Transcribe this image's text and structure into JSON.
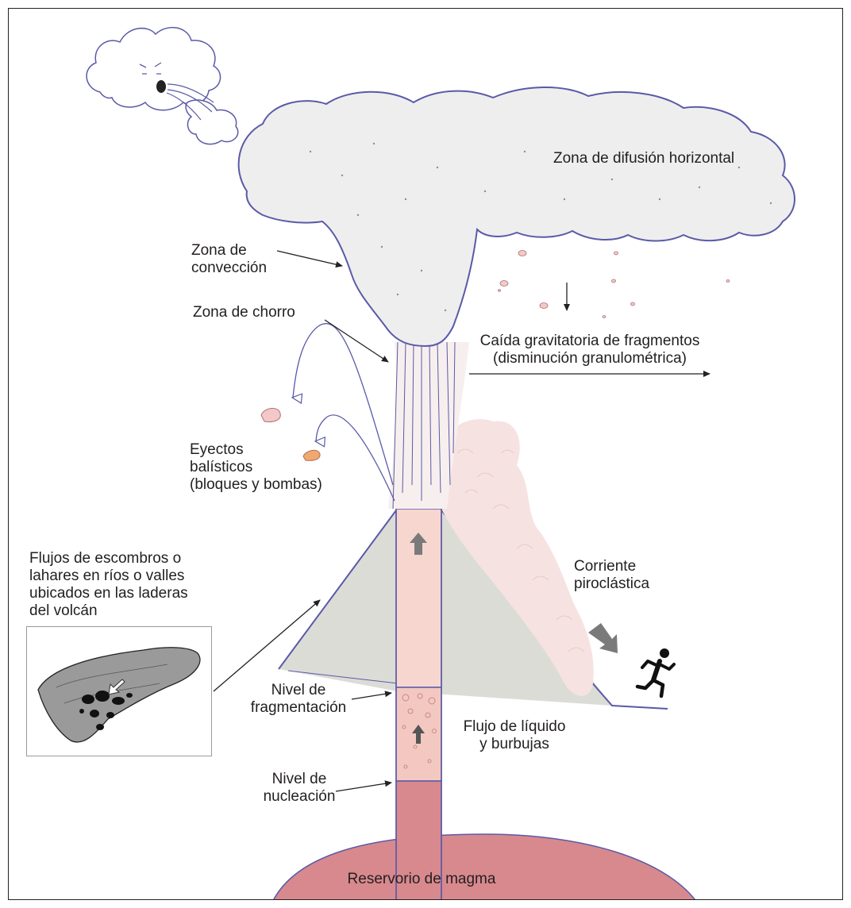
{
  "labels": {
    "horizontal_diffusion": "Zona de difusión horizontal",
    "convection": "Zona de\nconvección",
    "jet": "Zona de chorro",
    "gravity_fall": "Caída gravitatoria de fragmentos\n(disminución granulométrica)",
    "ballistic": "Eyectos\nbalísticos\n(bloques y bombas)",
    "debris_flows": "Flujos de escombros o\nlahares en ríos o valles\nubicados en las laderas\ndel volcán",
    "pyroclastic_current": "Corriente\npiroclástica",
    "fragmentation_level": "Nivel de\nfragmentación",
    "liquid_bubble_flow": "Flujo de líquido\ny burbujas",
    "nucleation_level": "Nivel de\nnucleación",
    "magma_reservoir": "Reservorio de magma"
  },
  "icons": [
    "wind-cloud-icon",
    "running-person-icon",
    "up-arrow-icon",
    "diagonal-arrow-icon"
  ],
  "colors": {
    "cloud": "#eeeeee",
    "outline": "#5a5aa8",
    "cone": "#dcdcd7",
    "conduit": "#f7d6d0",
    "magma": "#d8898d",
    "pyroclastic": "#f6e3e1",
    "arrow_grey": "#7a7a7a"
  }
}
